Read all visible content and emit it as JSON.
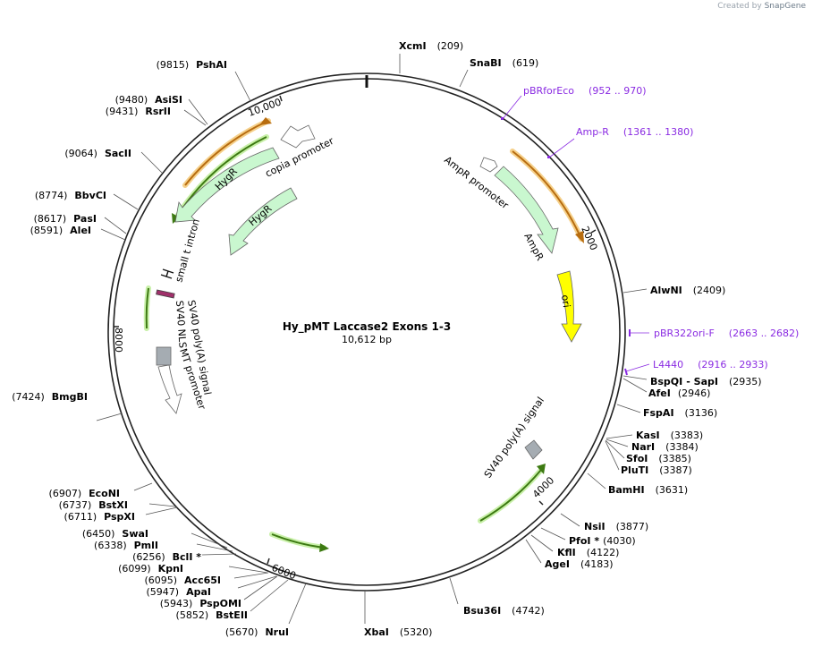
{
  "watermark": {
    "prefix": "Created by",
    "brand": "SnapGene"
  },
  "plasmid": {
    "name": "Hy_pMT Laccase2 Exons 1-3",
    "size_label": "10,612 bp"
  },
  "ticks": [
    "2000",
    "4000",
    "6000",
    "8000",
    "10,000"
  ],
  "sites": [
    {
      "name": "XcmI",
      "pos": "(209)"
    },
    {
      "name": "SnaBI",
      "pos": "(619)"
    },
    {
      "name": "AlwNI",
      "pos": "(2409)"
    },
    {
      "name": "BspQI",
      "extra": "- SapI",
      "pos": "(2935)"
    },
    {
      "name": "AfeI",
      "pos": "(2946)"
    },
    {
      "name": "FspAI",
      "pos": "(3136)"
    },
    {
      "name": "KasI",
      "pos": "(3383)"
    },
    {
      "name": "NarI",
      "pos": "(3384)"
    },
    {
      "name": "SfoI",
      "pos": "(3385)"
    },
    {
      "name": "PluTI",
      "pos": "(3387)"
    },
    {
      "name": "BamHI",
      "pos": "(3631)"
    },
    {
      "name": "NsiI",
      "pos": "(3877)"
    },
    {
      "name": "PfoI *",
      "pos": "(4030)"
    },
    {
      "name": "KflI",
      "pos": "(4122)"
    },
    {
      "name": "AgeI",
      "pos": "(4183)"
    },
    {
      "name": "Bsu36I",
      "pos": "(4742)"
    },
    {
      "name": "XbaI",
      "pos": "(5320)"
    },
    {
      "name": "NruI",
      "pos": "(5670)"
    },
    {
      "name": "BstEII",
      "pos": "(5852)"
    },
    {
      "name": "PspOMI",
      "pos": "(5943)"
    },
    {
      "name": "ApaI",
      "pos": "(5947)"
    },
    {
      "name": "Acc65I",
      "pos": "(6095)"
    },
    {
      "name": "KpnI",
      "pos": "(6099)"
    },
    {
      "name": "BclI *",
      "pos": "(6256)"
    },
    {
      "name": "PmlI",
      "pos": "(6338)"
    },
    {
      "name": "SwaI",
      "pos": "(6450)"
    },
    {
      "name": "PspXI",
      "pos": "(6711)"
    },
    {
      "name": "BstXI",
      "pos": "(6737)"
    },
    {
      "name": "EcoNI",
      "pos": "(6907)"
    },
    {
      "name": "BmgBI",
      "pos": "(7424)"
    },
    {
      "name": "AleI",
      "pos": "(8591)"
    },
    {
      "name": "PasI",
      "pos": "(8617)"
    },
    {
      "name": "BbvCI",
      "pos": "(8774)"
    },
    {
      "name": "SacII",
      "pos": "(9064)"
    },
    {
      "name": "RsrII",
      "pos": "(9431)"
    },
    {
      "name": "AsiSI",
      "pos": "(9480)"
    },
    {
      "name": "PshAI",
      "pos": "(9815)"
    }
  ],
  "primers": [
    {
      "name": "pBRforEco",
      "range": "(952 .. 970)"
    },
    {
      "name": "Amp-R",
      "range": "(1361 .. 1380)"
    },
    {
      "name": "pBR322ori-F",
      "range": "(2663 .. 2682)"
    },
    {
      "name": "L4440",
      "range": "(2916 .. 2933)"
    }
  ],
  "features": {
    "ampr_promoter": "AmpR promoter",
    "ampr": "AmpR",
    "ori": "ori",
    "sv40_right": "SV40 poly(A) signal",
    "copia": "copia promoter",
    "hygr_outer": "HygR",
    "hygr_inner": "HygR",
    "small_t": "small t intron",
    "sv40_nls": "SV40 NLS",
    "sv40_left": "SV40 poly(A) signal",
    "mt_promoter": "MT promoter"
  },
  "colors": {
    "backbone": "#222222",
    "feature_green": "#c9f7cf",
    "ori_yellow": "#ffff00",
    "primer_purple": "#8a2be2",
    "orf_orange": "#e89a2c",
    "orf_green": "#3d8a14"
  }
}
